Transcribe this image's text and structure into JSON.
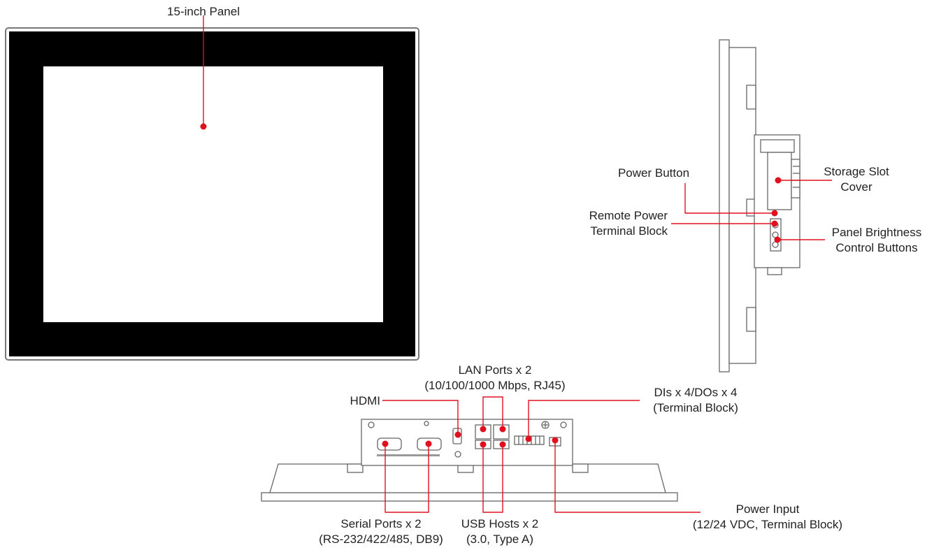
{
  "callouts": {
    "panel": "15-inch Panel",
    "power_button": "Power Button",
    "storage_slot": [
      "Storage Slot",
      "Cover"
    ],
    "remote_power": [
      "Remote Power",
      "Terminal Block"
    ],
    "brightness": [
      "Panel Brightness",
      "Control Buttons"
    ],
    "lan": [
      "LAN Ports x 2",
      "(10/100/1000 Mbps, RJ45)"
    ],
    "hdmi": "HDMI",
    "dio": [
      "DIs x 4/DOs x 4",
      "(Terminal Block)"
    ],
    "serial": [
      "Serial Ports x 2",
      "(RS-232/422/485, DB9)"
    ],
    "usb": [
      "USB Hosts x 2",
      "(3.0, Type A)"
    ],
    "power_input": [
      "Power Input",
      "(12/24 VDC, Terminal Block)"
    ]
  },
  "colors": {
    "callout": "#e0101e",
    "outline": "#555555",
    "bezel": "#000000"
  }
}
